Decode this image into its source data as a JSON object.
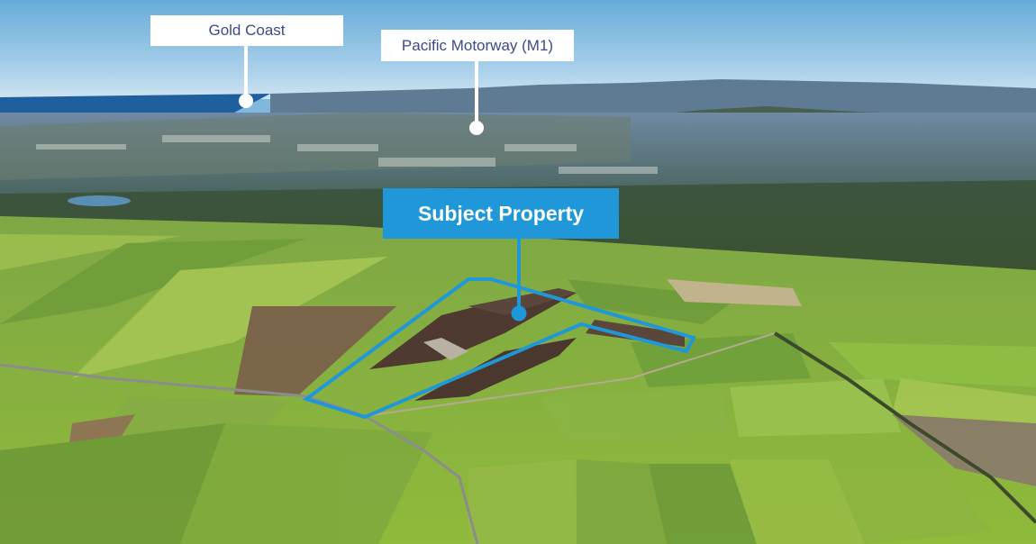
{
  "image": {
    "type": "aerial-photo",
    "description": "Aerial view of farmland with a property boundary outlined in blue; coastline, suburbs and mountain ranges in background"
  },
  "labels": [
    {
      "id": "gold-coast",
      "text": "Gold Coast",
      "style": "white-box"
    },
    {
      "id": "pacific-motorway",
      "text": "Pacific Motorway (M1)",
      "style": "white-box"
    },
    {
      "id": "subject-property",
      "text": "Subject Property",
      "style": "blue-box"
    }
  ],
  "colors": {
    "boundary": "#1f97d9",
    "label_box_white": "#ffffff",
    "label_text_navy": "#3b4a8c",
    "label_box_blue": "#1f97d9",
    "sky_top": "#6fb1dc",
    "sky_horizon": "#c9e2f0",
    "ocean": "#1f5f9e"
  }
}
